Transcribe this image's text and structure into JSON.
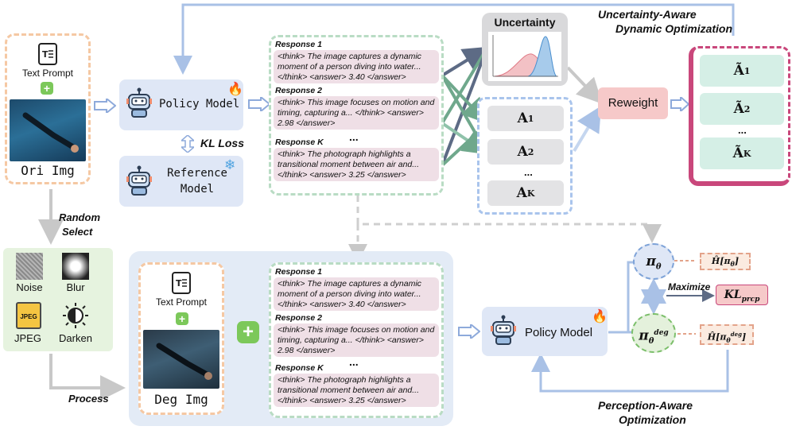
{
  "top_input": {
    "text_prompt": "Text Prompt",
    "image_label": "Ori Img"
  },
  "policy_model_top": "Policy Model",
  "kl_loss": "KL Loss",
  "reference_model": {
    "line1": "Reference",
    "line2": "Model"
  },
  "responses_top": [
    {
      "title": "Response 1",
      "text": "<think> The image captures a dynamic moment of a person diving into water... </think> <answer> 3.40 </answer>"
    },
    {
      "title": "Response 2",
      "text": "<think> This image focuses on motion and timing, capturing a... </think> <answer> 2.98 </answer>"
    },
    {
      "title": "Response K",
      "text": "<think> The photograph highlights a transitional moment between air and... </think> <answer> 3.25 </answer>"
    }
  ],
  "ellipsis": "...",
  "uncertainty": {
    "title": "Uncertainty"
  },
  "advantages": [
    "A",
    "A",
    "A"
  ],
  "advantage_subs": [
    "1",
    "2",
    "K"
  ],
  "reweight": "Reweight",
  "uncertainty_aware": {
    "line1": "Uncertainty-Aware",
    "line2": "Dynamic Optimization"
  },
  "random_select": {
    "line1": "Random",
    "line2": "Select"
  },
  "degradations": [
    "Noise",
    "Blur",
    "JPEG",
    "Darken"
  ],
  "process": "Process",
  "bottom_input": {
    "text_prompt": "Text Prompt",
    "image_label": "Deg Img"
  },
  "responses_bottom": [
    {
      "title": "Response 1",
      "text": "<think> The image captures a dynamic moment of a person diving into water... </think> <answer> 3.40 </answer>"
    },
    {
      "title": "Response 2",
      "text": "<think> This image focuses on motion and timing, capturing a... </think> <answer> 2.98 </answer>"
    },
    {
      "title": "Response K",
      "text": "<think> The photograph highlights a transitional moment between air and... </think> <answer> 3.25 </answer>"
    }
  ],
  "policy_model_bottom": "Policy Model",
  "maximize": "Maximize",
  "kl_prcp": "KL",
  "kl_prcp_sub": "prcp",
  "pi_theta": {
    "sym": "π",
    "sub": "θ"
  },
  "pi_theta_deg": {
    "sym": "π",
    "sub": "θ",
    "sup": "deg"
  },
  "entropy_top": "Ĥ[π",
  "entropy_bottom": "Ĥ[π",
  "perception_aware": {
    "line1": "Perception-Aware",
    "line2": "Optimization"
  },
  "colors": {
    "orange_dash": "#f5c8a3",
    "green_dash": "#b9dcc4",
    "blue_dash": "#a9c4ec",
    "model_fill": "#dfe7f6",
    "response_fill": "#efdfe6",
    "pink_frame": "#c9477b",
    "arrow": "#a9c1e6"
  }
}
